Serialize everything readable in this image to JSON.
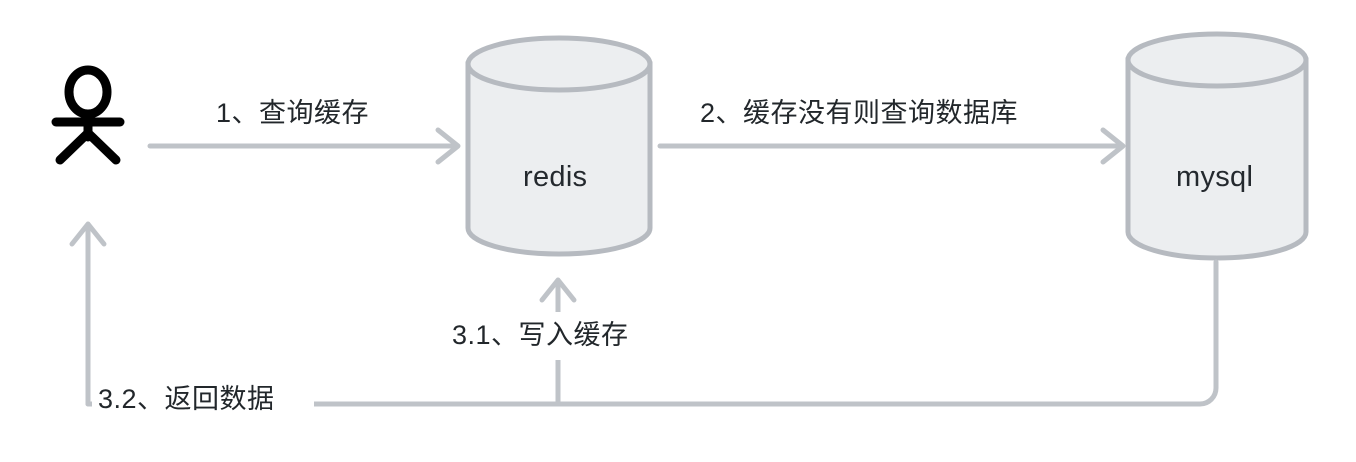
{
  "diagram": {
    "title": "Cache-aside read flow",
    "background": "#ffffff",
    "colors": {
      "node_fill": "#eceef0",
      "node_stroke": "#b6bac0",
      "connector": "#bfc3c8",
      "text": "#22272b",
      "actor": "#000000"
    },
    "actor": {
      "name": "user-stick-figure",
      "icon": "person-icon"
    },
    "nodes": [
      {
        "id": "redis",
        "label": "redis",
        "shape": "cylinder"
      },
      {
        "id": "mysql",
        "label": "mysql",
        "shape": "cylinder"
      }
    ],
    "edges": [
      {
        "id": "step1",
        "label": "1、查询缓存",
        "from": "user",
        "to": "redis",
        "direction": "right"
      },
      {
        "id": "step2",
        "label": "2、缓存没有则查询数据库",
        "from": "redis",
        "to": "mysql",
        "direction": "right"
      },
      {
        "id": "step31",
        "label": "3.1、写入缓存",
        "from": "mysql",
        "to": "redis",
        "direction": "up"
      },
      {
        "id": "step32",
        "label": "3.2、返回数据",
        "from": "mysql",
        "to": "user",
        "direction": "up"
      }
    ]
  }
}
